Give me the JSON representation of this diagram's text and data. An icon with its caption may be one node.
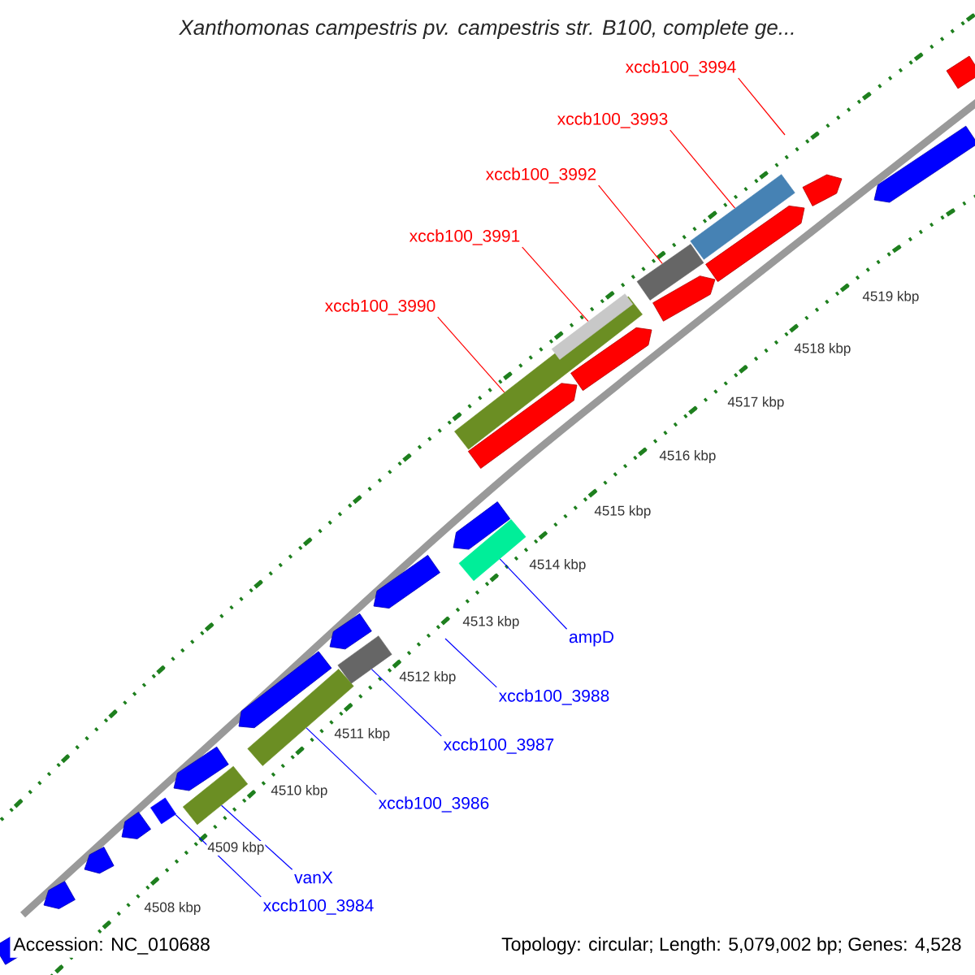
{
  "diagram": {
    "title": "*Xanthomonas campestris pv. campestris str. B100, complete ge...*",
    "nodes": [
      {
        "text": [
          "xccb100_3994"
        ]
      },
      {
        "text": [
          "xccb100_3993"
        ]
      },
      {
        "text": [
          "xccb100_3992"
        ]
      },
      {
        "text": [
          "xccb100_3991"
        ]
      },
      {
        "text": [
          "xccb100_3990"
        ]
      },
      {
        "text": [],
        "shape": "bar"
      },
      {
        "text": [],
        "shape": "bar"
      },
      {
        "text": [],
        "shape": "bar",
        "in": 8
      },
      {
        "text": [],
        "shape": "bar"
      },
      {
        "text": [
          "ampD"
        ]
      },
      {
        "text": [],
        "shape": "bar"
      },
      {
        "text": [
          "xccb100_3988"
        ]
      },
      {
        "text": [
          "xccb100_3987"
        ]
      },
      {
        "text": [],
        "shape": "bar"
      },
      {
        "text": [
          "xccb100_3986"
        ]
      },
      {
        "text": [],
        "shape": "bar"
      },
      {
        "text": [
          "vanX"
        ]
      },
      {
        "text": [],
        "shape": "bar"
      },
      {
        "text": [
          "xccb100_3984"
        ]
      },
      {
        "text": [],
        "shape": "bar"
      }
    ],
    "edges": [
      {
        "from": 0,
        "to": null,
        "arrow": "none",
        "color": "#ff0000"
      },
      {
        "from": 1,
        "to": 5,
        "arrow": "none",
        "color": "#ff0000"
      },
      {
        "from": 2,
        "to": 6,
        "arrow": "none",
        "color": "#ff0000"
      },
      {
        "from": 3,
        "to": 7,
        "arrow": "none",
        "color": "#ff0000"
      },
      {
        "from": 4,
        "to": 8,
        "arrow": "none",
        "color": "#ff0000"
      },
      {
        "from": 9,
        "to": 10,
        "arrow": "none"
      },
      {
        "from": 11,
        "to": null,
        "arrow": "none"
      },
      {
        "from": 12,
        "to": 13,
        "arrow": "none"
      },
      {
        "from": 14,
        "to": 15,
        "arrow": "none"
      },
      {
        "from": 16,
        "to": 17,
        "arrow": "none"
      },
      {
        "from": 18,
        "to": 19,
        "arrow": "none"
      }
    ],
    "labels": [
      "4519 kbp",
      "4518 kbp",
      "4517 kbp",
      "4516 kbp",
      "4515 kbp",
      "4514 kbp",
      "4513 kbp",
      "4512 kbp",
      "4511 kbp",
      "4510 kbp",
      "4509 kbp",
      "4508 kbp",
      "Accession: NC_010688",
      "Topology: circular; Length: 5,079,002 bp; Genes: 4,528"
    ]
  }
}
